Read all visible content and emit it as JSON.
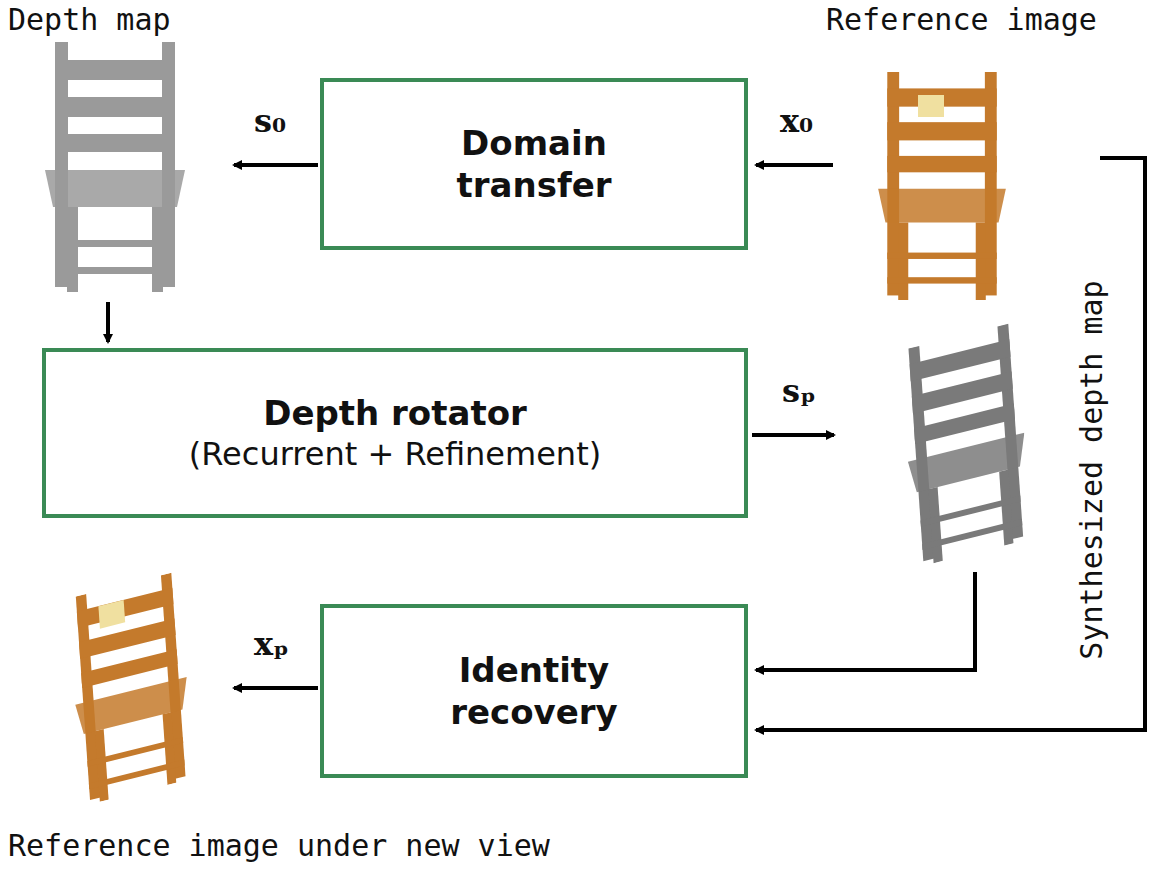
{
  "diagram": {
    "nodes": [
      {
        "text": [
          "Domain transfer"
        ]
      },
      {
        "text": [
          "Depth rotator",
          "(Recurrent + Refinement)"
        ]
      },
      {
        "text": [
          "Identity recovery"
        ]
      }
    ],
    "labels": [
      "Depth map",
      "Reference image",
      "s₀",
      "x₀",
      "sₚ",
      "Synthesized depth map",
      "xₚ",
      "Reference image under new view"
    ]
  }
}
